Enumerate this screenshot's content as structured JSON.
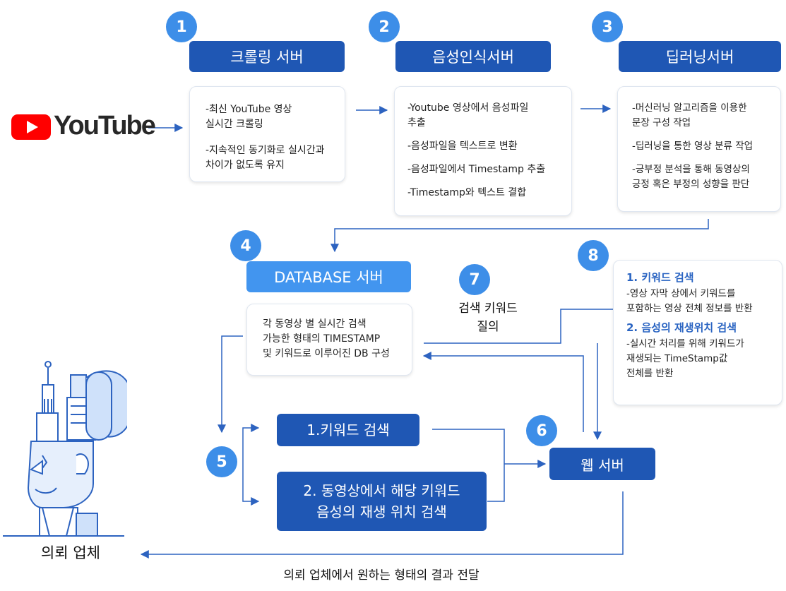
{
  "youtube_logo": {
    "text": "YouTube",
    "color": "#ff0000"
  },
  "steps": {
    "s1": "1",
    "s2": "2",
    "s3": "3",
    "s4": "4",
    "s5": "5",
    "s6": "6",
    "s7": "7",
    "s8": "8"
  },
  "servers": {
    "crawling": {
      "title": "크롤링 서버",
      "lines": [
        "-최신 YouTube 영상\n 실시간 크롤링",
        "-지속적인 동기화로 실시간과\n 차이가 없도록 유지"
      ]
    },
    "speech": {
      "title": "음성인식서버",
      "lines": [
        "-Youtube 영상에서 음성파일\n추출",
        "-음성파일을 텍스트로 변환",
        "-음성파일에서 Timestamp 추출",
        "-Timestamp와 텍스트 결합"
      ]
    },
    "deeplearning": {
      "title": "딥러닝서버",
      "lines": [
        "-머신러닝 알고리즘을 이용한\n 문장 구성 작업",
        "-딥러닝을 통한 영상 분류 작업",
        "-긍부정 분석을 통해 동영상의\n 긍정 혹은 부정의 성향을 판단"
      ]
    },
    "database": {
      "title": "DATABASE 서버",
      "lines": [
        "각 동영상 별 실시간 검색\n가능한 형태의 TIMESTAMP\n및 키워드로 이루어진 DB 구성"
      ]
    },
    "web": {
      "title": "웹 서버"
    }
  },
  "search_functions": {
    "keyword": "1.키워드 검색",
    "position": "2. 동영상에서 해당 키워드\n음성의 재생 위치 검색"
  },
  "query_label": "검색 키워드\n질의",
  "results_card": {
    "h1": "1. 키워드 검색",
    "t1": "-영상 자막 상에서 키워드를\n 포함하는 영상 전체 정보를 반환",
    "h2": "2. 음성의 재생위치 검색",
    "t2": "-실시간 처리를 위해 키워드가\n 재생되는 TimeStamp값\n 전체를 반환"
  },
  "client_label": "의뢰 업체",
  "delivery_label": "의뢰 업체에서 원하는 형태의 결과 전달",
  "colors": {
    "primary": "#1f57b4",
    "accent": "#4295ef",
    "line": "#2d63c0"
  }
}
